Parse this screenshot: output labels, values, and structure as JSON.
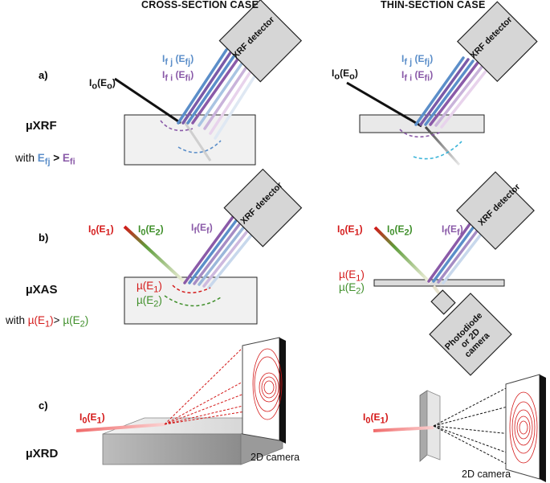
{
  "headings": {
    "left": "CROSS-SECTION CASE",
    "right": "THIN-SECTION CASE"
  },
  "panels": {
    "a": "a)",
    "b": "b)",
    "c": "c)"
  },
  "techniques": {
    "xrf": "µXRF",
    "xas": "µXAS",
    "xrd": "µXRD"
  },
  "xrf": {
    "condition_prefix": "with ",
    "condition_ej": "E",
    "condition_ej_sub": "fj",
    "condition_gt": " > ",
    "condition_ei": "E",
    "condition_ei_sub": "fi",
    "incident_I": "I",
    "incident_sub": "o",
    "incident_arg": "(E",
    "incident_arg_sub": "o",
    "incident_close": ")",
    "line_j": "I",
    "line_j_sub": "f j",
    "line_j_arg": " (E",
    "line_j_arg_sub": "fj",
    "line_j_close": ")",
    "line_i": "I",
    "line_i_sub": "f i",
    "line_i_arg": " (E",
    "line_i_arg_sub": "fi",
    "line_i_close": ")",
    "detector": "XRF detector"
  },
  "xas": {
    "condition_prefix": "with ",
    "mu1": "µ(E",
    "mu1_sub": "1",
    "mu_close": ")",
    "gt": "> ",
    "mu2": "µ(E",
    "mu2_sub": "2",
    "I0E1": "I",
    "I0E1_sub": "0",
    "I0E1_arg": "(E",
    "I0E1_arg_sub": "1",
    "I0E2": "I",
    "I0E2_sub": "0",
    "I0E2_arg": "(E",
    "I0E2_arg_sub": "2",
    "If": "I",
    "If_sub": "f",
    "If_arg": "(E",
    "If_arg_sub": "f",
    "close": ")",
    "detector": "XRF detector",
    "photodiode": "Photodiode or 2D camera"
  },
  "xrd": {
    "beam": "I",
    "beam_sub": "0",
    "beam_arg": "(E",
    "beam_arg_sub": "1",
    "beam_close": ")",
    "camera_left": "2D camera",
    "camera_right": "2D camera"
  },
  "colors": {
    "red": "#d41919",
    "green": "#3f8f2a",
    "blue": "#5b8ec9",
    "purple": "#8a5aa8",
    "sample_fill": "#f1f1f1",
    "detector_fill": "#d6d6d6"
  }
}
